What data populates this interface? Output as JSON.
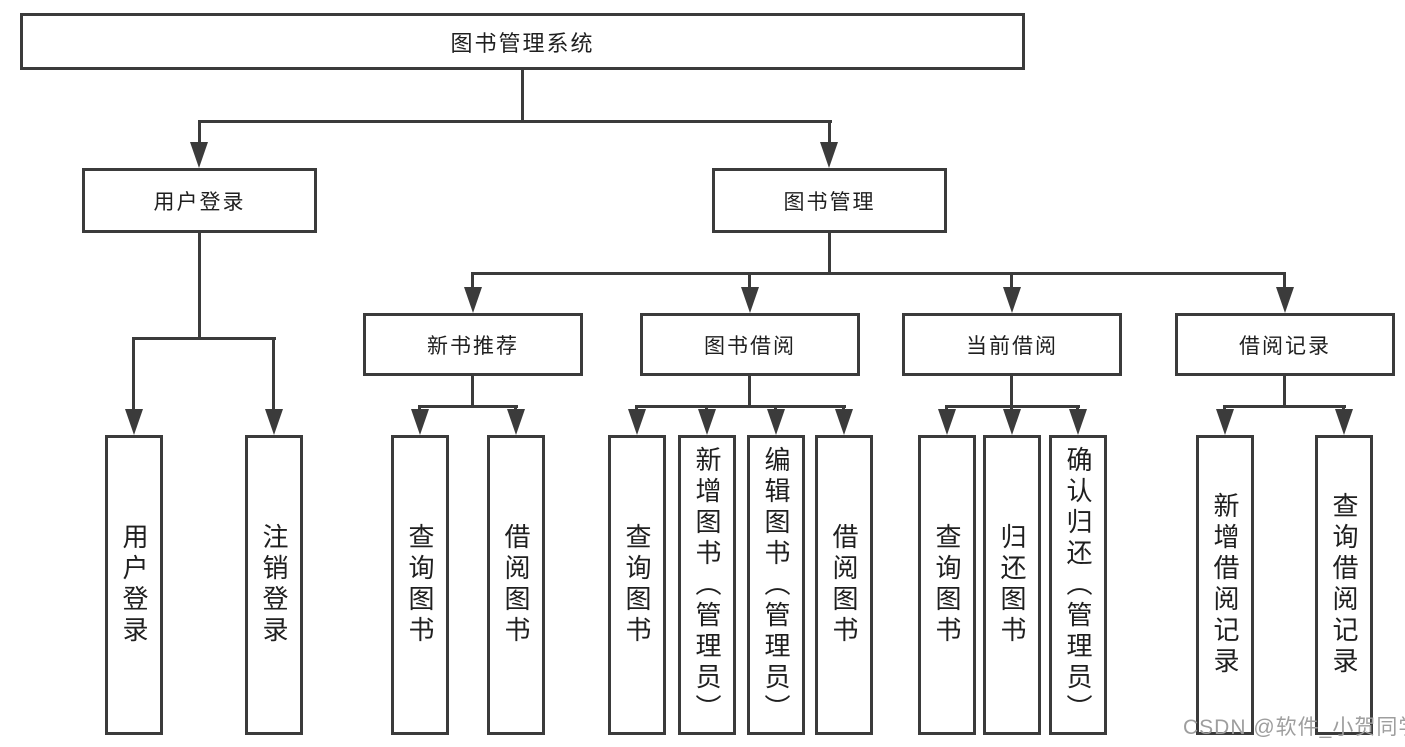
{
  "tree": {
    "root": {
      "label": "图书管理系统"
    },
    "children": [
      {
        "label": "用户登录",
        "children": [
          {
            "label": "用户登录"
          },
          {
            "label": "注销登录"
          }
        ]
      },
      {
        "label": "图书管理",
        "children": [
          {
            "label": "新书推荐",
            "children": [
              {
                "label": "查询图书"
              },
              {
                "label": "借阅图书"
              }
            ]
          },
          {
            "label": "图书借阅",
            "children": [
              {
                "label": "查询图书"
              },
              {
                "label": "新增图书（管理员）"
              },
              {
                "label": "编辑图书（管理员）"
              },
              {
                "label": "借阅图书"
              }
            ]
          },
          {
            "label": "当前借阅",
            "children": [
              {
                "label": "查询图书"
              },
              {
                "label": "归还图书"
              },
              {
                "label": "确认归还（管理员）"
              }
            ]
          },
          {
            "label": "借阅记录",
            "children": [
              {
                "label": "新增借阅记录"
              },
              {
                "label": "查询借阅记录"
              }
            ]
          }
        ]
      }
    ]
  },
  "watermark": {
    "text": "CSDN @软件_小贺同学"
  },
  "colors": {
    "border": "#3b3b3b",
    "line": "#3b3b3b",
    "text": "#1f1f1f",
    "watermark": "#9e9e9e",
    "background": "#ffffff"
  }
}
